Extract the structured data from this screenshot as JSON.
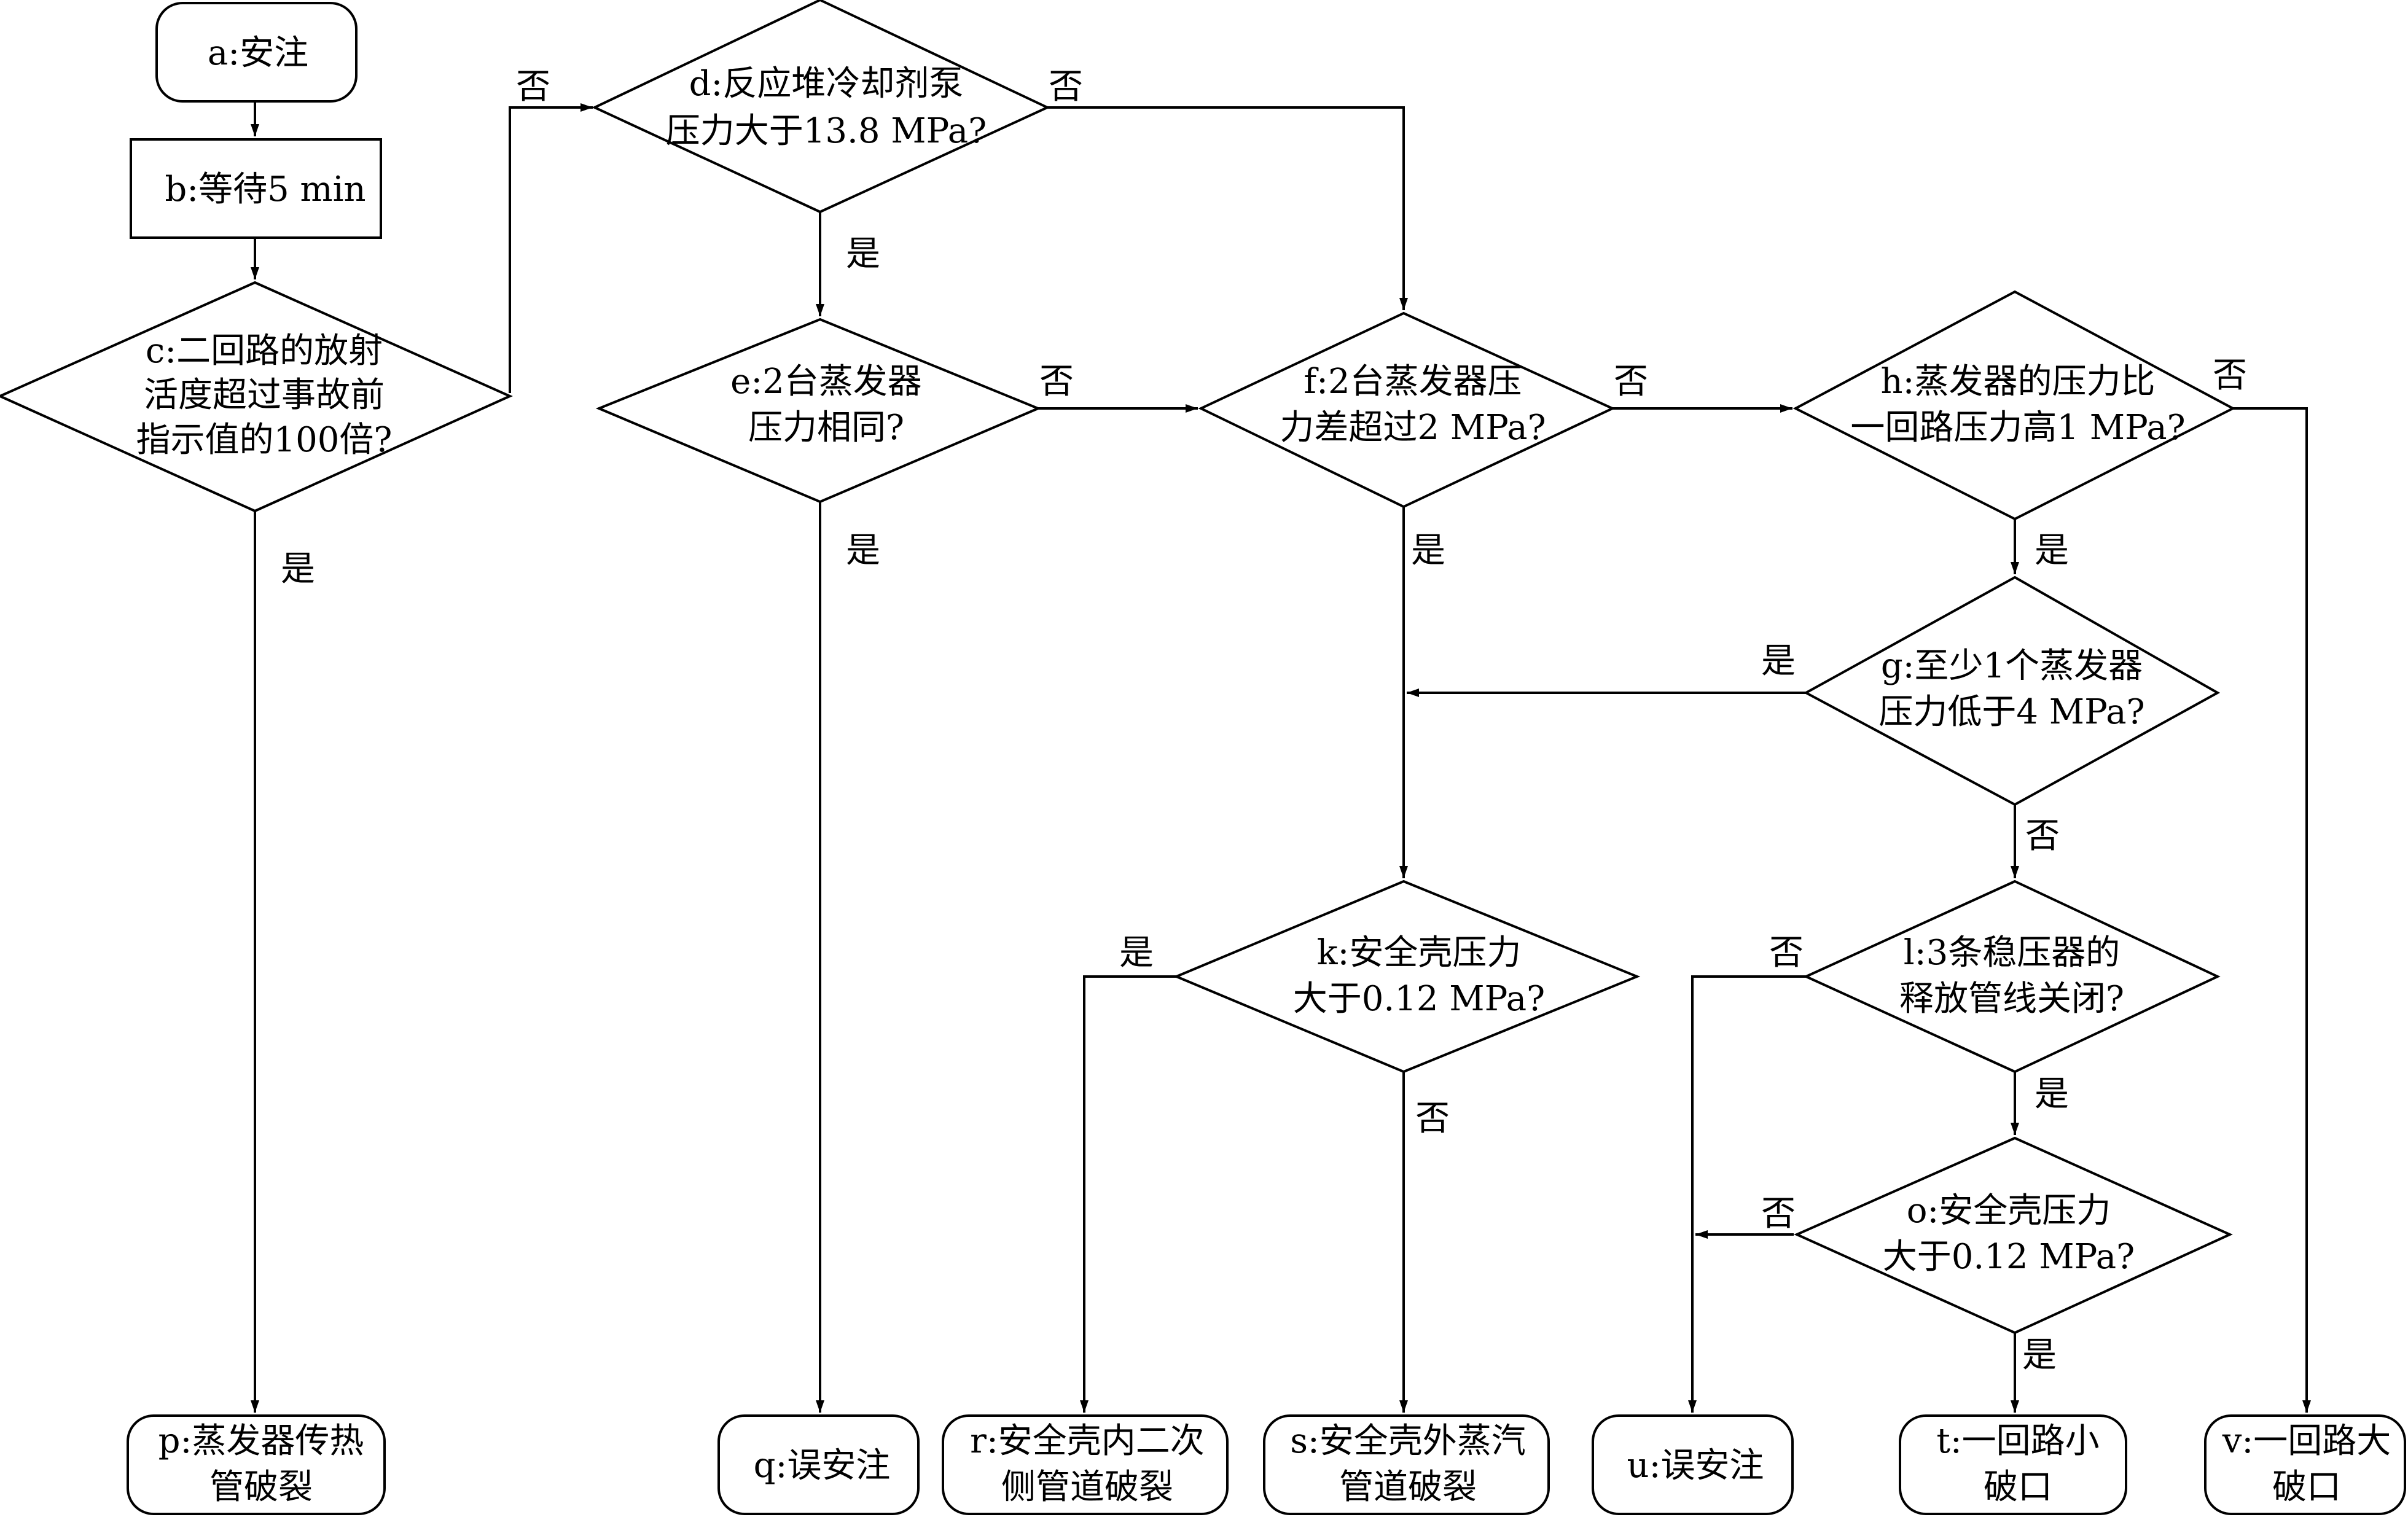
{
  "nodes": {
    "a": {
      "lines": [
        "a:安注"
      ]
    },
    "b": {
      "lines": [
        "b:等待5 min"
      ]
    },
    "c": {
      "lines": [
        "c:二回路的放射",
        "活度超过事故前",
        "指示值的100倍?"
      ]
    },
    "d": {
      "lines": [
        "d:反应堆冷却剂泵",
        "压力大于13.8 MPa?"
      ]
    },
    "e": {
      "lines": [
        "e:2台蒸发器",
        "压力相同?"
      ]
    },
    "f": {
      "lines": [
        "f:2台蒸发器压",
        "力差超过2 MPa?"
      ]
    },
    "h": {
      "lines": [
        "h:蒸发器的压力比",
        "一回路压力高1 MPa?"
      ]
    },
    "g": {
      "lines": [
        "g:至少1个蒸发器",
        "压力低于4 MPa?"
      ]
    },
    "k": {
      "lines": [
        "k:安全壳压力",
        "大于0.12 MPa?"
      ]
    },
    "l": {
      "lines": [
        "l:3条稳压器的",
        "释放管线关闭?"
      ]
    },
    "o": {
      "lines": [
        "o:安全壳压力",
        "大于0.12 MPa?"
      ]
    },
    "p": {
      "lines": [
        "p:蒸发器传热",
        "管破裂"
      ]
    },
    "q": {
      "lines": [
        "q:误安注"
      ]
    },
    "r": {
      "lines": [
        "r:安全壳内二次",
        "侧管道破裂"
      ]
    },
    "s": {
      "lines": [
        "s:安全壳外蒸汽",
        "管道破裂"
      ]
    },
    "u": {
      "lines": [
        "u:误安注"
      ]
    },
    "t": {
      "lines": [
        "t:一回路小",
        "破口"
      ]
    },
    "v": {
      "lines": [
        "v:一回路大",
        "破口"
      ]
    }
  },
  "edge_labels": {
    "c_no": "否",
    "c_yes": "是",
    "d_no": "否",
    "d_yes": "是",
    "e_no": "否",
    "e_yes": "是",
    "f_no": "否",
    "f_yes": "是",
    "h_no": "否",
    "h_yes": "是",
    "g_yes": "是",
    "g_no": "否",
    "k_yes": "是",
    "k_no": "否",
    "l_no": "否",
    "l_yes": "是",
    "o_no": "否",
    "o_yes": "是"
  }
}
